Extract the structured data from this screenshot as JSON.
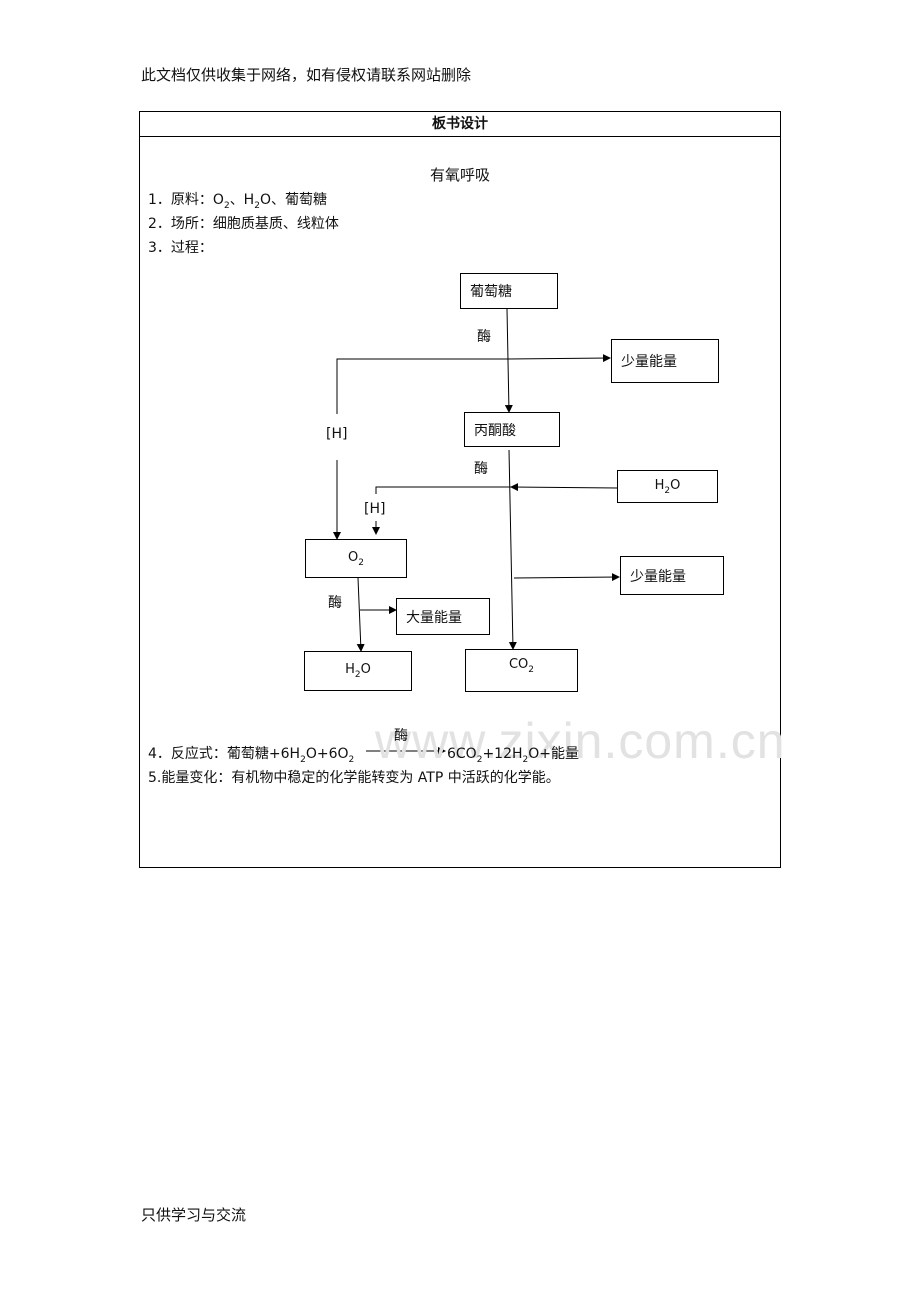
{
  "header_note": "此文档仅供收集于网络，如有侵权请联系网站删除",
  "footer_note": "只供学习与交流",
  "watermark": "www.zixin.com.cn",
  "board": {
    "title": "板书设计",
    "subtitle": "有氧呼吸",
    "item1": {
      "label": "1．原料：",
      "o": "O",
      "o_sub": "2",
      "sep1": "、H",
      "h_sub": "2",
      "h_tail": "O、葡萄糖"
    },
    "item2": "2．场所：细胞质基质、线粒体",
    "item3": "3．过程：",
    "diagram": {
      "glucose": "葡萄糖",
      "enzyme1": "酶",
      "small_energy1": "少量能量",
      "h1": "[H]",
      "pyruvate": "丙酮酸",
      "enzyme2": "酶",
      "water_in": {
        "base": "H",
        "sub": "2",
        "tail": "O"
      },
      "h2": "[H]",
      "oxygen": {
        "base": "O",
        "sub": "2"
      },
      "small_energy2": "少量能量",
      "enzyme3": "酶",
      "large_energy": "大量能量",
      "water_out": {
        "base": "H",
        "sub": "2",
        "tail": "O"
      },
      "co2": {
        "base": "CO",
        "sub": "2"
      }
    },
    "item4": {
      "label": "4．反应式：",
      "left_a": "葡萄糖+6H",
      "left_sub1": "2",
      "left_b": "O+6O",
      "left_sub2": "2",
      "enzyme": "酶",
      "right_a": "6CO",
      "right_sub1": "2",
      "right_b": "+12H",
      "right_sub2": "2",
      "right_c": "O+能量"
    },
    "item5": "5.能量变化：有机物中稳定的化学能转变为 ATP 中活跃的化学能。"
  }
}
